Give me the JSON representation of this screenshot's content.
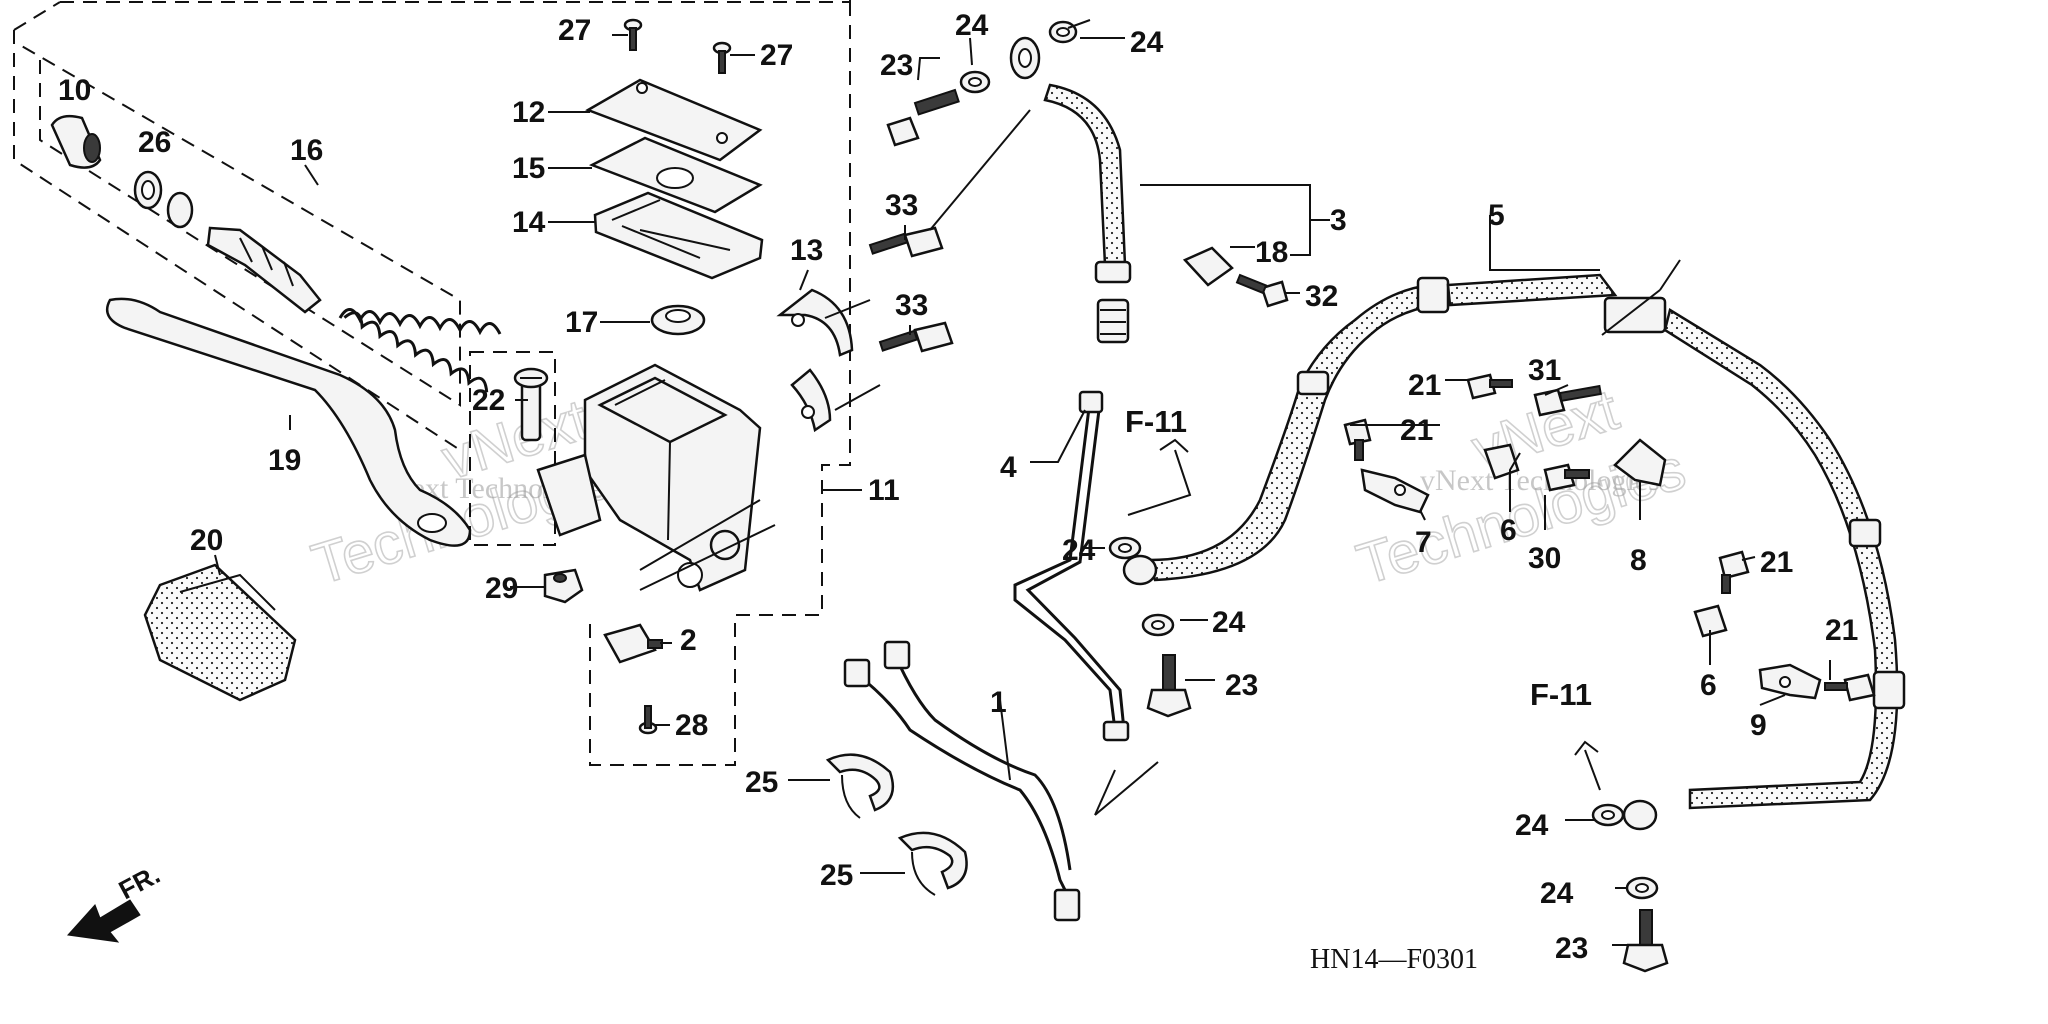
{
  "diagram": {
    "drawing_code": "HN14—F0301",
    "direction_label": "FR.",
    "reference_label": "F-11",
    "watermark": {
      "line1": "vNext Technologies",
      "line2": "Technologies",
      "big": "vNext"
    },
    "callouts": [
      "1",
      "2",
      "3",
      "4",
      "5",
      "6",
      "6",
      "7",
      "8",
      "9",
      "10",
      "11",
      "12",
      "13",
      "14",
      "15",
      "16",
      "17",
      "18",
      "19",
      "20",
      "21",
      "21",
      "21",
      "21",
      "22",
      "23",
      "23",
      "23",
      "24",
      "24",
      "24",
      "24",
      "24",
      "24",
      "25",
      "25",
      "26",
      "27",
      "27",
      "28",
      "29",
      "30",
      "31",
      "32",
      "33",
      "33"
    ]
  }
}
